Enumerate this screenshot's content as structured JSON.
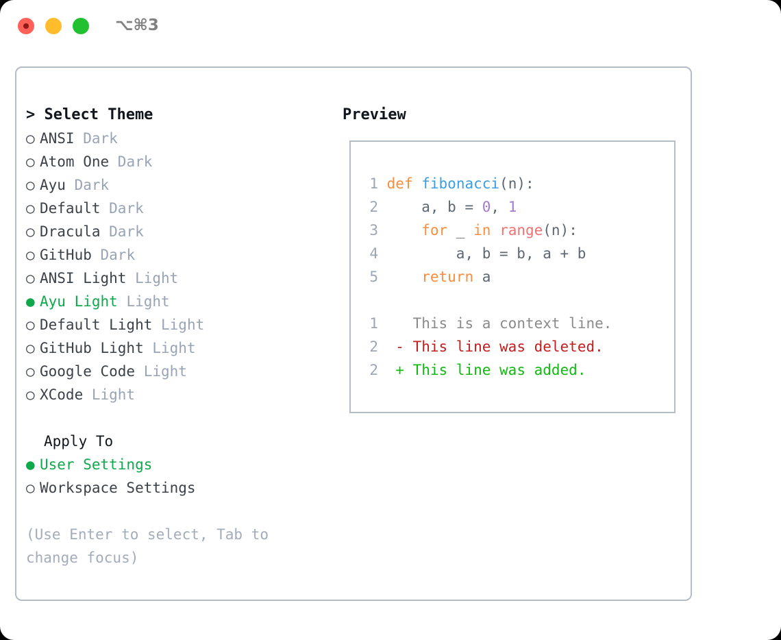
{
  "titlebar": {
    "shortcut": "⌥⌘3",
    "buttons": [
      "close",
      "minimize",
      "maximize"
    ]
  },
  "left": {
    "header": "> Select Theme",
    "themes": [
      {
        "bullet": "○",
        "name": "ANSI",
        "variant": "Dark",
        "selected": false
      },
      {
        "bullet": "○",
        "name": "Atom One",
        "variant": "Dark",
        "selected": false
      },
      {
        "bullet": "○",
        "name": "Ayu",
        "variant": "Dark",
        "selected": false
      },
      {
        "bullet": "○",
        "name": "Default",
        "variant": "Dark",
        "selected": false
      },
      {
        "bullet": "○",
        "name": "Dracula",
        "variant": "Dark",
        "selected": false
      },
      {
        "bullet": "○",
        "name": "GitHub",
        "variant": "Dark",
        "selected": false
      },
      {
        "bullet": "○",
        "name": "ANSI Light",
        "variant": "Light",
        "selected": false
      },
      {
        "bullet": "●",
        "name": "Ayu Light",
        "variant": "Light",
        "selected": true
      },
      {
        "bullet": "○",
        "name": "Default Light",
        "variant": "Light",
        "selected": false
      },
      {
        "bullet": "○",
        "name": "GitHub Light",
        "variant": "Light",
        "selected": false
      },
      {
        "bullet": "○",
        "name": "Google Code",
        "variant": "Light",
        "selected": false
      },
      {
        "bullet": "○",
        "name": "XCode",
        "variant": "Light",
        "selected": false
      }
    ],
    "apply_to_title": "Apply To",
    "apply_to": [
      {
        "bullet": "●",
        "label": "User Settings",
        "selected": true
      },
      {
        "bullet": "○",
        "label": "Workspace Settings",
        "selected": false
      }
    ],
    "hint": "(Use Enter to select, Tab to change focus)"
  },
  "right": {
    "header": "Preview",
    "code": [
      {
        "num": "1",
        "tokens": [
          {
            "t": "def",
            "c": "kw"
          },
          {
            "t": " ",
            "c": "plain"
          },
          {
            "t": "fibonacci",
            "c": "fn"
          },
          {
            "t": "(n):",
            "c": "punc"
          }
        ]
      },
      {
        "num": "2",
        "tokens": [
          {
            "t": "    a, b = ",
            "c": "plain"
          },
          {
            "t": "0",
            "c": "num"
          },
          {
            "t": ", ",
            "c": "plain"
          },
          {
            "t": "1",
            "c": "num"
          }
        ]
      },
      {
        "num": "3",
        "tokens": [
          {
            "t": "    ",
            "c": "plain"
          },
          {
            "t": "for",
            "c": "kw"
          },
          {
            "t": " _ ",
            "c": "plain"
          },
          {
            "t": "in",
            "c": "kw"
          },
          {
            "t": " ",
            "c": "plain"
          },
          {
            "t": "range",
            "c": "bi"
          },
          {
            "t": "(n):",
            "c": "punc"
          }
        ]
      },
      {
        "num": "4",
        "tokens": [
          {
            "t": "        a, b = b, a + b",
            "c": "plain"
          }
        ]
      },
      {
        "num": "5",
        "tokens": [
          {
            "t": "    ",
            "c": "plain"
          },
          {
            "t": "return",
            "c": "kw"
          },
          {
            "t": " a",
            "c": "plain"
          }
        ]
      }
    ],
    "diff": [
      {
        "num": "1",
        "marker": " ",
        "text": " This is a context line.",
        "kind": "ctx"
      },
      {
        "num": "2",
        "marker": "-",
        "text": " This line was deleted.",
        "kind": "del"
      },
      {
        "num": "2",
        "marker": "+",
        "text": " This line was added.",
        "kind": "add"
      }
    ]
  },
  "colors": {
    "accent_green": "#0fa84a",
    "keyword_orange": "#fa8d3e",
    "function_blue": "#399ee6",
    "number_purple": "#a37acc",
    "builtin_red": "#f07171",
    "diff_delete": "#c21e1e",
    "diff_add": "#10bb10",
    "muted_gray": "#98a4b6",
    "border_gray": "#b3bcc9"
  }
}
